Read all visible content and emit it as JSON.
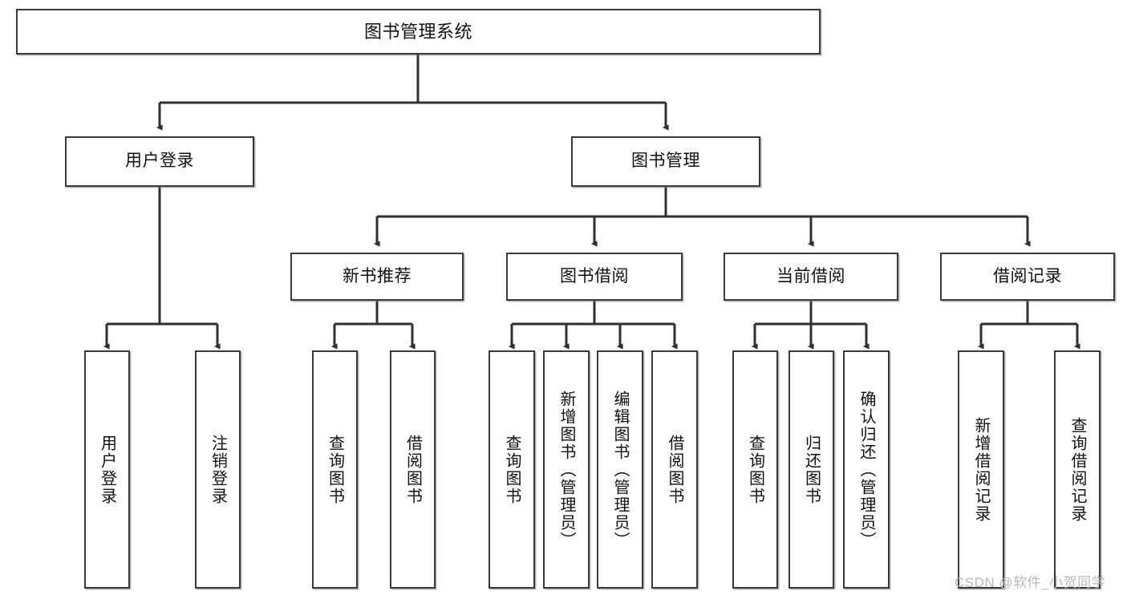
{
  "diagram": {
    "title": "图书管理系统",
    "watermark": "CSDN @软件_小贺同学",
    "colors": {
      "box_border": "#3a3a3a",
      "box_fill": "#ffffff",
      "connector": "#2f2f2f",
      "text": "#111111",
      "watermark": "#b9b9b9"
    },
    "nodes": {
      "root": {
        "label": "图书管理系统"
      },
      "level2": [
        {
          "id": "user-login",
          "label": "用户登录"
        },
        {
          "id": "book-management",
          "label": "图书管理"
        }
      ],
      "level3": [
        {
          "id": "new-book-recommend",
          "label": "新书推荐"
        },
        {
          "id": "book-borrow",
          "label": "图书借阅"
        },
        {
          "id": "current-borrow",
          "label": "当前借阅"
        },
        {
          "id": "borrow-record",
          "label": "借阅记录"
        }
      ],
      "leaves": {
        "user_login": [
          {
            "id": "leaf-user-login",
            "label": "用户登录"
          },
          {
            "id": "leaf-logout-login",
            "label": "注销登录"
          }
        ],
        "new_book_recommend": [
          {
            "id": "leaf-query-book-1",
            "label": "查询图书"
          },
          {
            "id": "leaf-borrow-book-1",
            "label": "借阅图书"
          }
        ],
        "book_borrow": [
          {
            "id": "leaf-query-book-2",
            "label": "查询图书"
          },
          {
            "id": "leaf-add-book",
            "label": "新增图书（管理员）"
          },
          {
            "id": "leaf-edit-book",
            "label": "编辑图书（管理员）"
          },
          {
            "id": "leaf-borrow-book-2",
            "label": "借阅图书"
          }
        ],
        "current_borrow": [
          {
            "id": "leaf-query-book-3",
            "label": "查询图书"
          },
          {
            "id": "leaf-return-book",
            "label": "归还图书"
          },
          {
            "id": "leaf-confirm-return",
            "label": "确认归还（管理员）"
          }
        ],
        "borrow_record": [
          {
            "id": "leaf-add-record",
            "label": "新增借阅记录"
          },
          {
            "id": "leaf-query-record",
            "label": "查询借阅记录"
          }
        ]
      }
    }
  }
}
